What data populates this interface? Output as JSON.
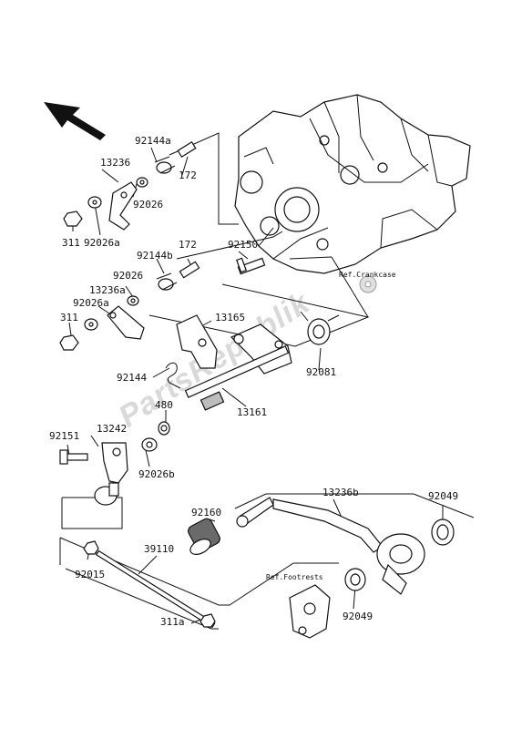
{
  "watermark": "PartsRepublik",
  "refs": {
    "crankcase": "Ref.Crankcase",
    "footrests": "Ref.Footrests"
  },
  "labels": {
    "l92144a": "92144a",
    "l13236": "13236",
    "l172a": "172",
    "l92026a1": "92026",
    "l311a": "311",
    "l92026a_a": "92026a",
    "l92144b": "92144b",
    "l172b": "172",
    "l92150": "92150",
    "l92026b": "92026",
    "l13236a": "13236a",
    "l92026a_b": "92026a",
    "l311b": "311",
    "l13165": "13165",
    "l92081": "92081",
    "l92144": "92144",
    "l480": "480",
    "l13161": "13161",
    "l92151": "92151",
    "l13242": "13242",
    "l92026b2": "92026b",
    "l92160": "92160",
    "l13236b": "13236b",
    "l92049a": "92049",
    "l39110": "39110",
    "l92015": "92015",
    "l311a2": "311a",
    "l92049b": "92049"
  }
}
